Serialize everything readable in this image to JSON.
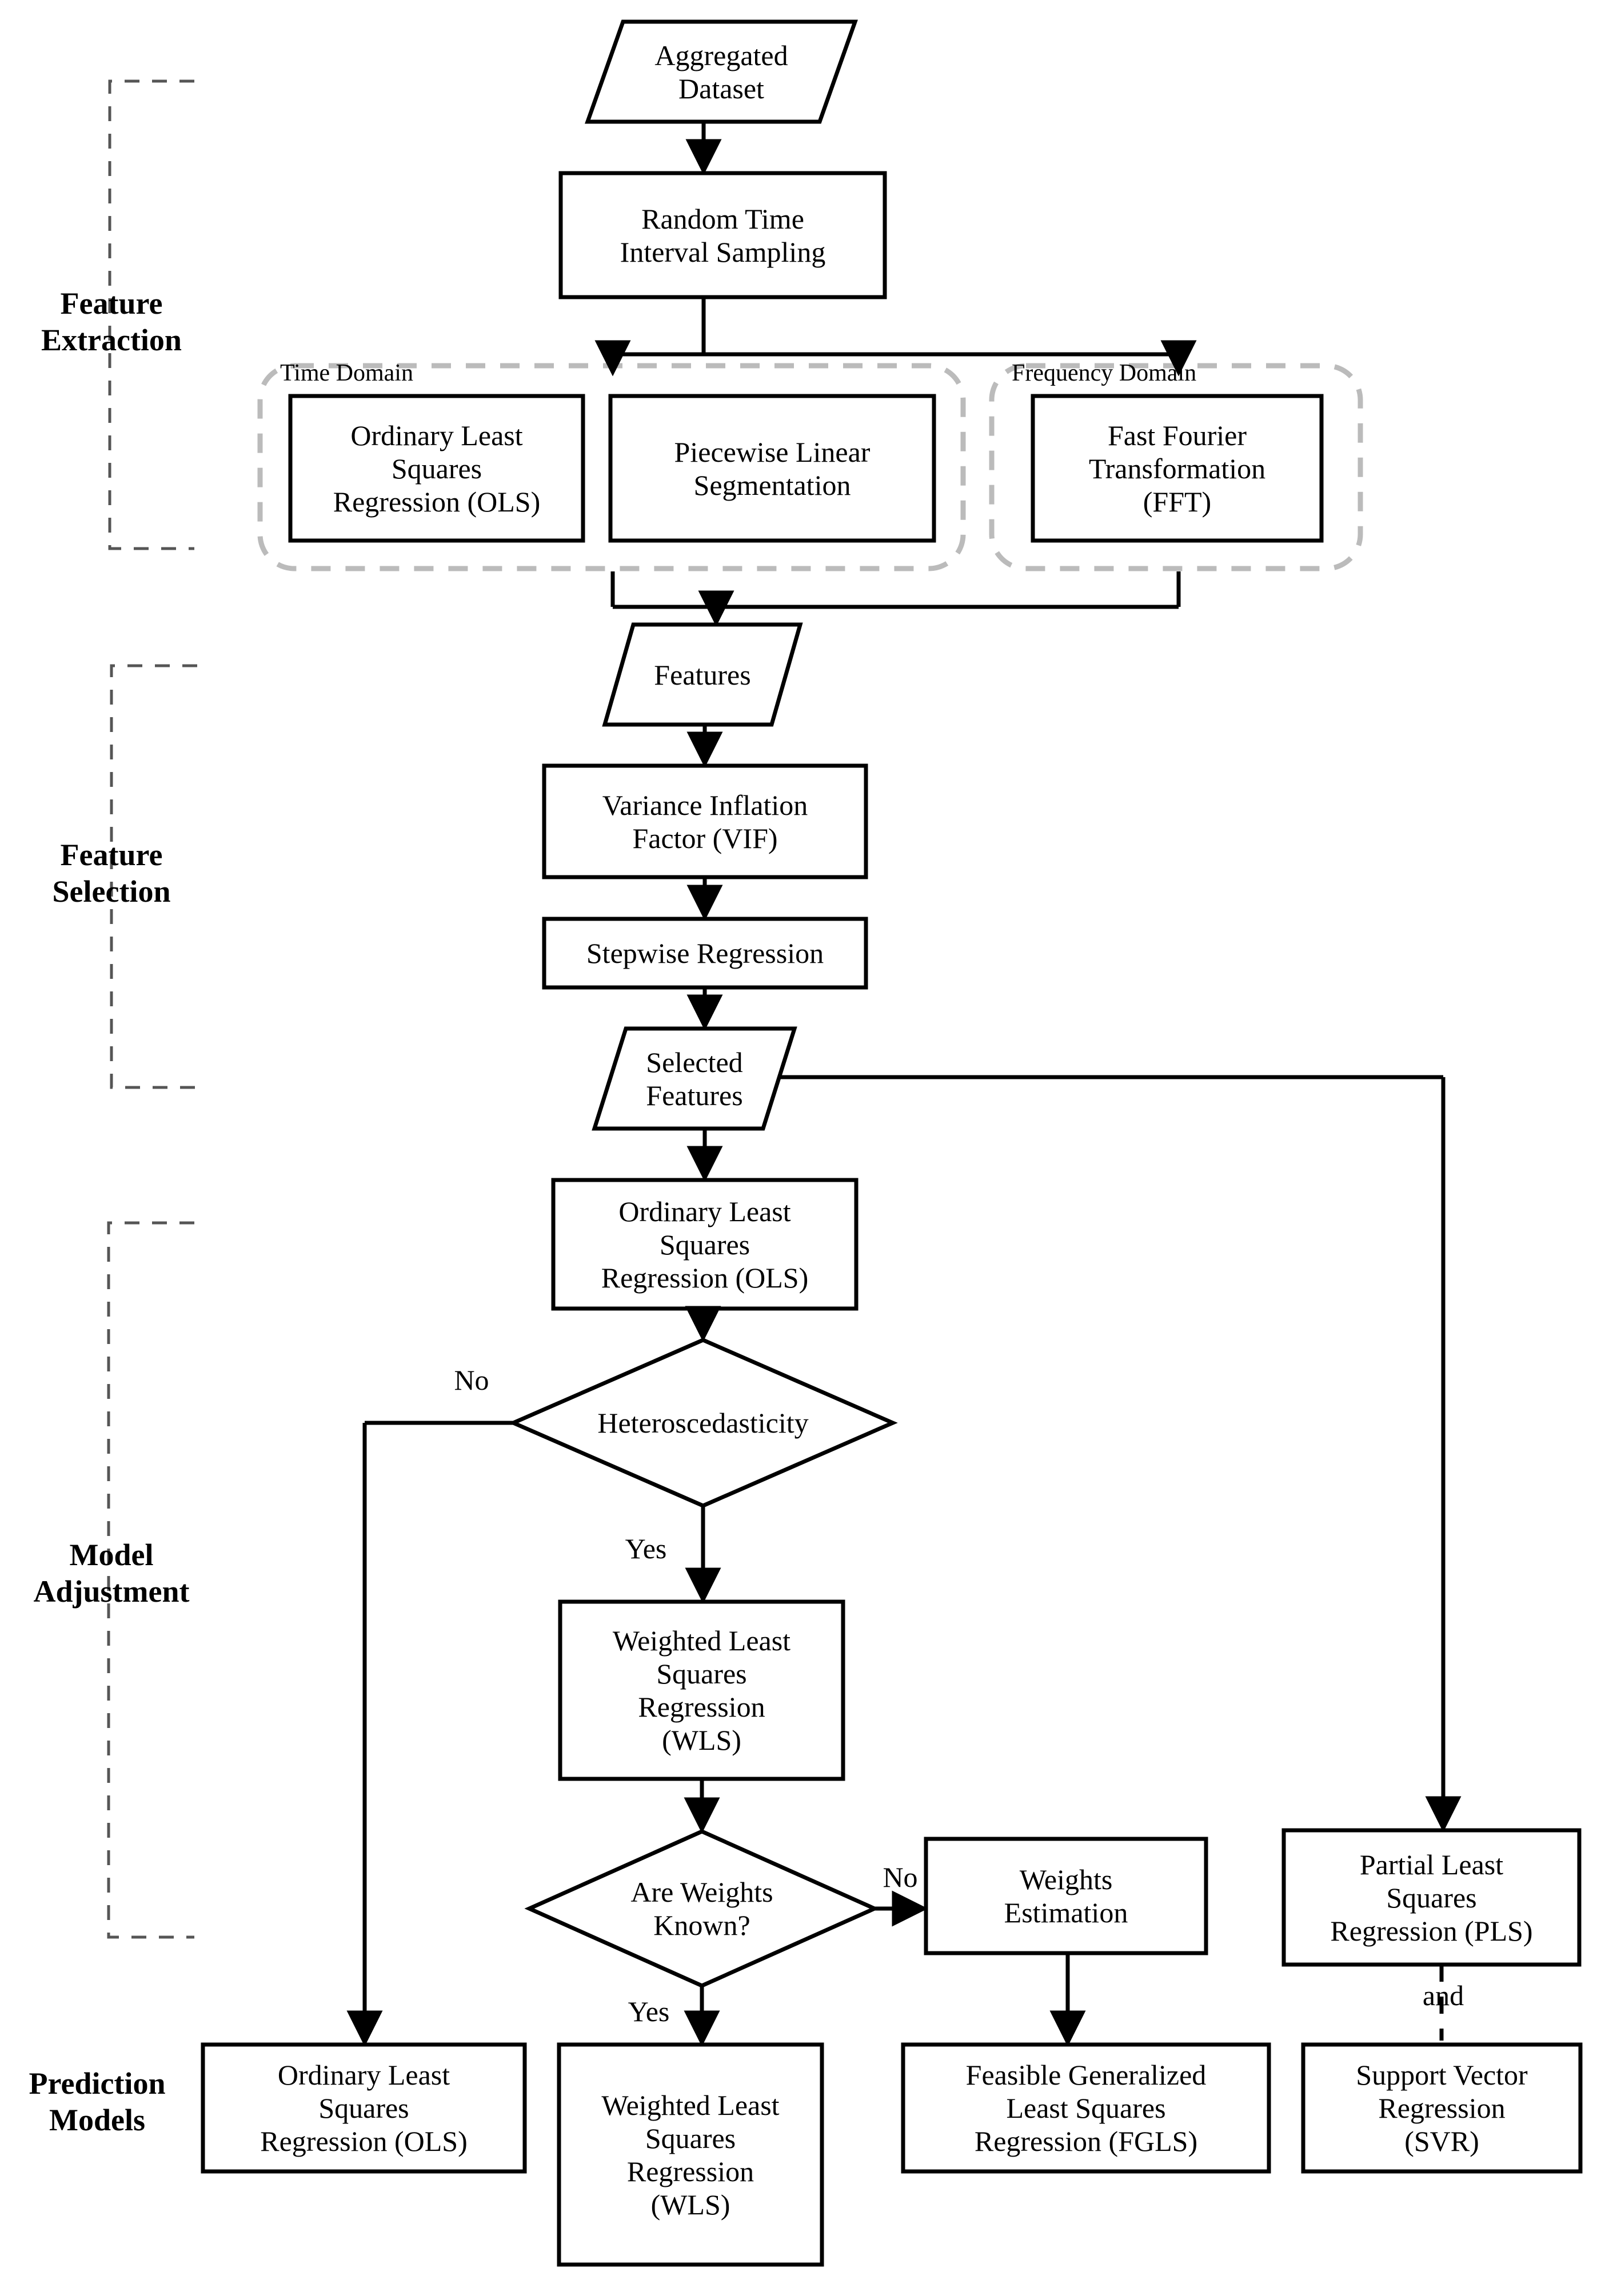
{
  "diagram": {
    "title": "Regression Modeling Pipeline Flowchart",
    "stages": [
      {
        "id": "feature-extraction",
        "label": "Feature\nExtraction"
      },
      {
        "id": "feature-selection",
        "label": "Feature\nSelection"
      },
      {
        "id": "model-adjustment",
        "label": "Model\nAdjustment"
      },
      {
        "id": "prediction-models",
        "label": "Prediction\nModels"
      }
    ],
    "groups": [
      {
        "id": "time-domain",
        "label": "Time Domain"
      },
      {
        "id": "frequency-domain",
        "label": "Frequency Domain"
      }
    ],
    "nodes": [
      {
        "id": "aggregated-dataset",
        "shape": "parallelogram",
        "label": "Aggregated\nDataset"
      },
      {
        "id": "random-time-sampling",
        "shape": "rect",
        "label": "Random Time\nInterval Sampling"
      },
      {
        "id": "ols-extraction",
        "shape": "rect",
        "label": "Ordinary Least\nSquares\nRegression (OLS)"
      },
      {
        "id": "piecewise-linear",
        "shape": "rect",
        "label": "Piecewise Linear\nSegmentation"
      },
      {
        "id": "fft",
        "shape": "rect",
        "label": "Fast Fourier\nTransformation\n(FFT)"
      },
      {
        "id": "features",
        "shape": "parallelogram",
        "label": "Features"
      },
      {
        "id": "vif",
        "shape": "rect",
        "label": "Variance Inflation\nFactor (VIF)"
      },
      {
        "id": "stepwise-regression",
        "shape": "rect",
        "label": "Stepwise Regression"
      },
      {
        "id": "selected-features",
        "shape": "parallelogram",
        "label": "Selected\nFeatures"
      },
      {
        "id": "ols-adjustment",
        "shape": "rect",
        "label": "Ordinary Least\nSquares\nRegression (OLS)"
      },
      {
        "id": "heteroscedasticity",
        "shape": "diamond",
        "label": "Heteroscedasticity"
      },
      {
        "id": "wls-adjustment",
        "shape": "rect",
        "label": "Weighted Least\nSquares\nRegression\n(WLS)"
      },
      {
        "id": "are-weights-known",
        "shape": "diamond",
        "label": "Are Weights\nKnown?"
      },
      {
        "id": "weights-estimation",
        "shape": "rect",
        "label": "Weights\nEstimation"
      },
      {
        "id": "pls",
        "shape": "rect",
        "label": "Partial Least\nSquares\nRegression (PLS)"
      },
      {
        "id": "ols-prediction",
        "shape": "rect",
        "label": "Ordinary Least\nSquares\nRegression (OLS)"
      },
      {
        "id": "wls-prediction",
        "shape": "rect",
        "label": "Weighted Least\nSquares\nRegression\n(WLS)"
      },
      {
        "id": "fgls-prediction",
        "shape": "rect",
        "label": "Feasible Generalized\nLeast Squares\nRegression (FGLS)"
      },
      {
        "id": "svr-prediction",
        "shape": "rect",
        "label": "Support Vector\nRegression\n(SVR)"
      }
    ],
    "edge_labels": [
      {
        "id": "heteroscedasticity-no",
        "label": "No"
      },
      {
        "id": "heteroscedasticity-yes",
        "label": "Yes"
      },
      {
        "id": "weights-known-no",
        "label": "No"
      },
      {
        "id": "weights-known-yes",
        "label": "Yes"
      },
      {
        "id": "pls-svr-and",
        "label": "and"
      }
    ],
    "colors": {
      "stroke": "#000000",
      "group_stroke": "#bbbbbb",
      "bracket_stroke": "#555555",
      "background": "#ffffff"
    }
  }
}
